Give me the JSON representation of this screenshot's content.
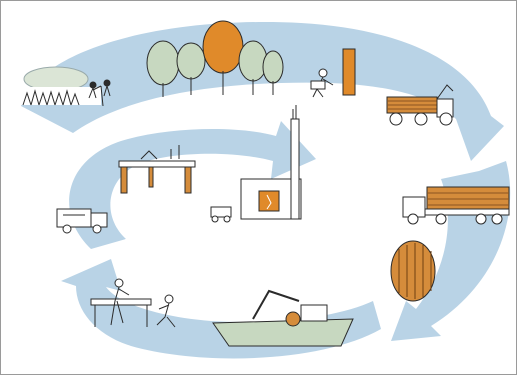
{
  "diagram": {
    "kind": "wood-product-lifecycle-cycle",
    "colors": {
      "cycle_band": "#b9d3e6",
      "band_outline": "#ffffff",
      "highlight_tree": "#e08a2a",
      "foliage": "#c7d8c0",
      "ink": "#2b2b2b",
      "wood": "#d58c3b",
      "paper": "#ffffff"
    },
    "stages": [
      {
        "id": "planting",
        "icon": "people-planting-icon"
      },
      {
        "id": "forest",
        "icon": "forest-trees-icon"
      },
      {
        "id": "felling",
        "icon": "forester-felling-icon"
      },
      {
        "id": "forwarding",
        "icon": "log-forwarder-icon"
      },
      {
        "id": "timber-transport",
        "icon": "timber-truck-icon"
      },
      {
        "id": "sawmill-lumber",
        "icon": "sawn-lumber-icon"
      },
      {
        "id": "shipping",
        "icon": "cargo-ship-icon"
      },
      {
        "id": "construction",
        "icon": "carpenters-icon"
      },
      {
        "id": "furniture",
        "icon": "furniture-table-icon"
      },
      {
        "id": "waste-collection",
        "icon": "waste-truck-icon"
      },
      {
        "id": "energy-recovery",
        "icon": "power-plant-icon"
      }
    ]
  }
}
